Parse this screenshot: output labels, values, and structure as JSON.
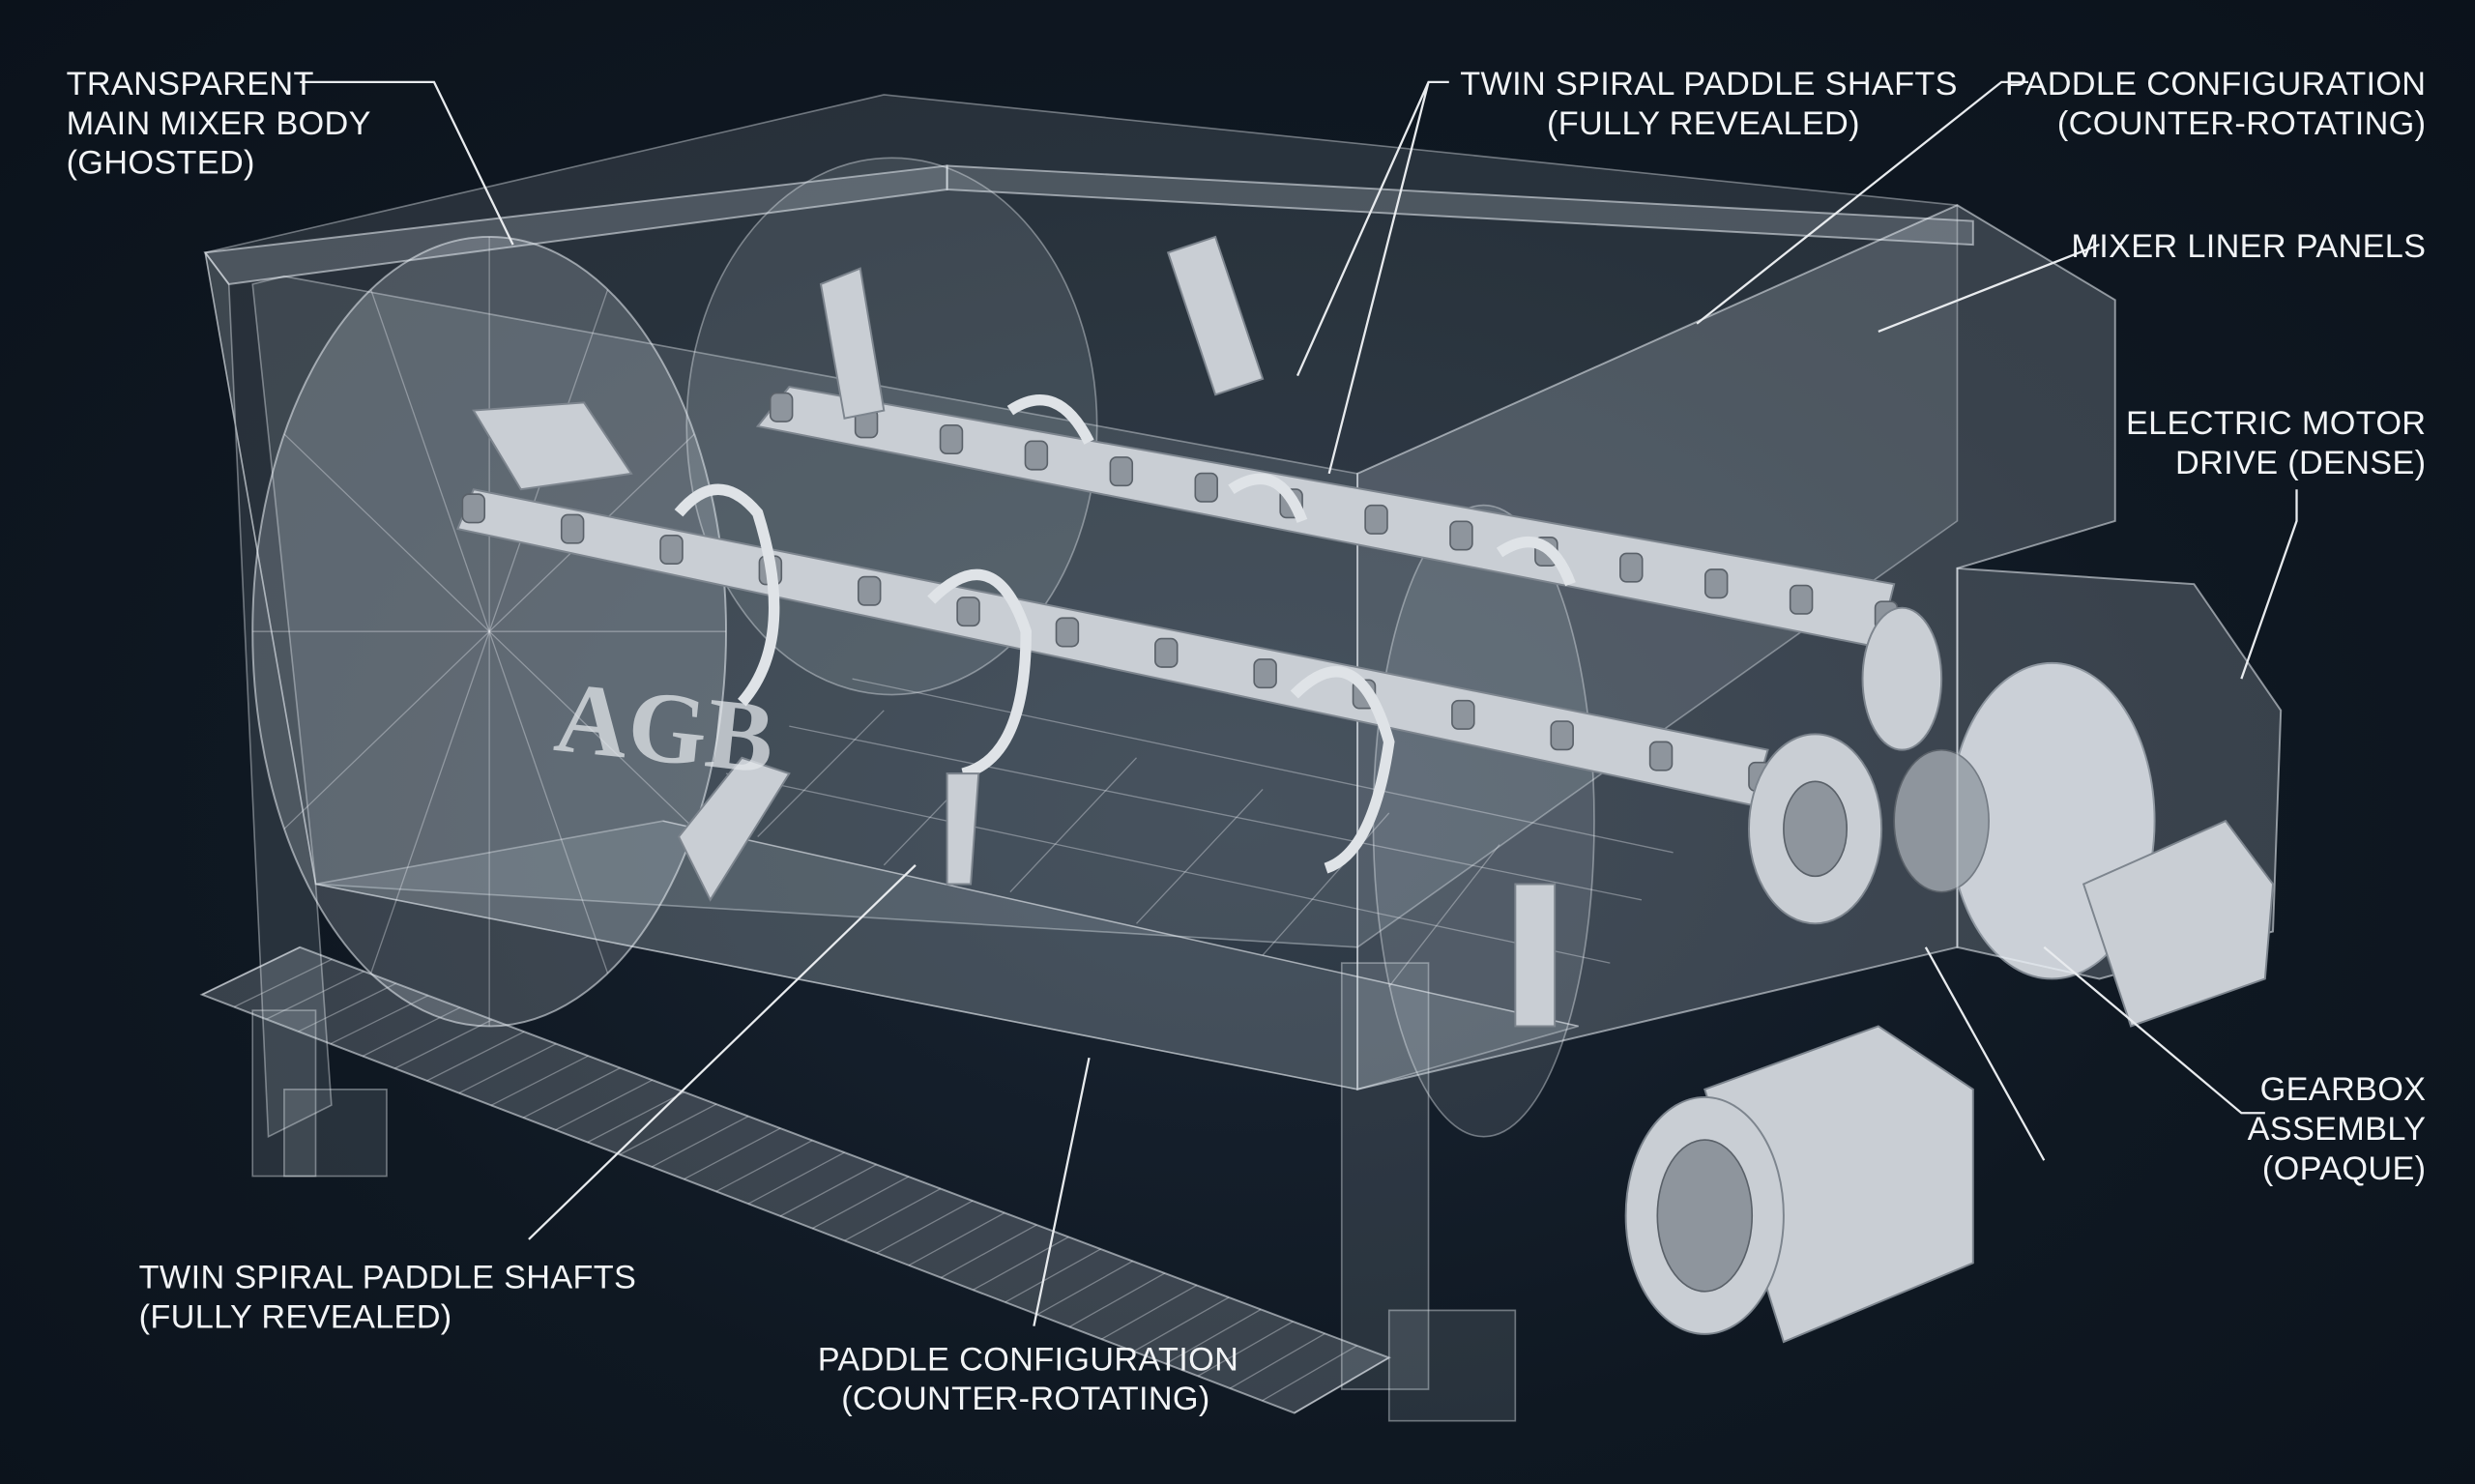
{
  "logo_text": "AGB",
  "labels": {
    "body": [
      "TRANSPARENT",
      "MAIN MIXER BODY",
      "(GHOSTED)"
    ],
    "shafts_top": [
      "TWIN SPIRAL PADDLE SHAFTS",
      "(FULLY REVEALED)"
    ],
    "paddle_top": [
      "PADDLE CONFIGURATION",
      "(COUNTER-ROTATING)"
    ],
    "liner": [
      "MIXER LINER PANELS"
    ],
    "motor": [
      "ELECTRIC MOTOR",
      "DRIVE (DENSE)"
    ],
    "gearbox": [
      "GEARBOX",
      "ASSEMBLY",
      "(OPAQUE)"
    ],
    "shafts_bottom": [
      "TWIN SPIRAL PADDLE SHAFTS",
      "(FULLY REVEALED)"
    ],
    "paddle_bottom": [
      "PADDLE CONFIGURATION",
      "(COUNTER-ROTATING)"
    ]
  },
  "colors": {
    "background": "#0f1822",
    "label": "#f2f4f6",
    "machine": "#c9ced4"
  }
}
